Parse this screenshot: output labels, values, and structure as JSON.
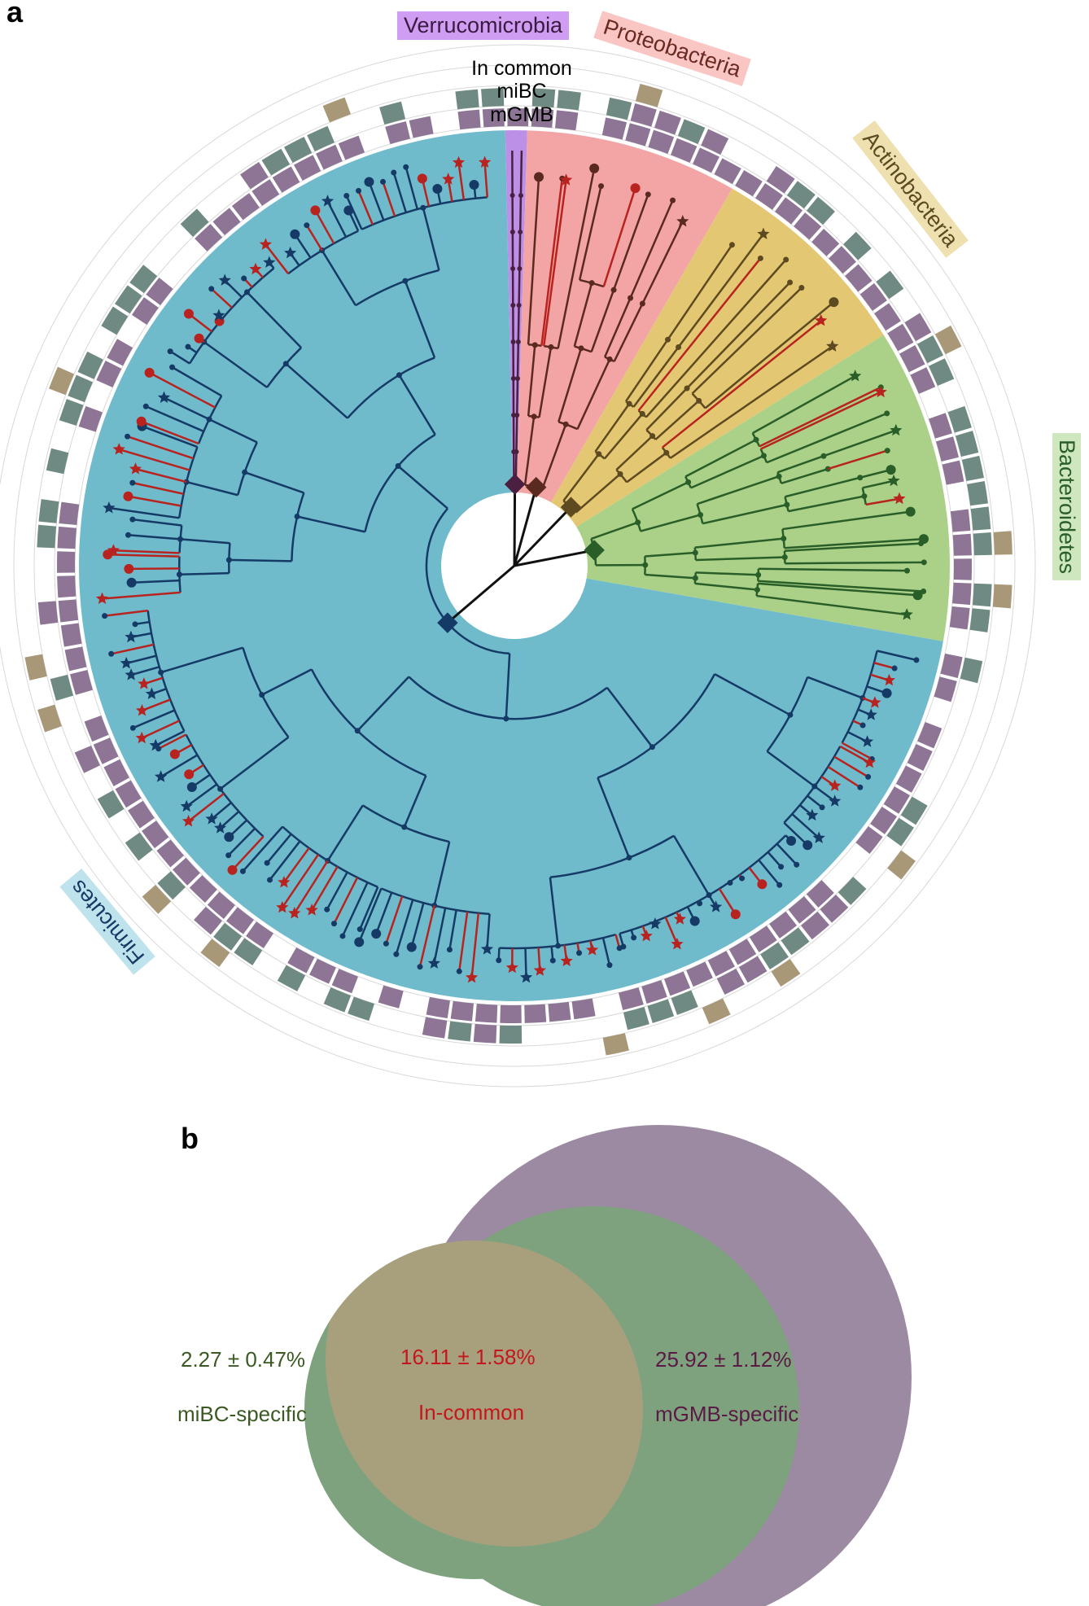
{
  "panels": {
    "a": "a",
    "b": "b"
  },
  "ring_labels": {
    "outer": "In common",
    "middle": "miBC",
    "inner": "mGMB"
  },
  "phyla": [
    {
      "name": "Verrucomicrobia",
      "color": "#b98ae6",
      "branch_color": "#4a1f3f",
      "text_color": "#3a1a40"
    },
    {
      "name": "Proteobacteria",
      "color": "#f2a0a0",
      "branch_color": "#5b2a1f",
      "text_color": "#6a2a22"
    },
    {
      "name": "Actinobacteria",
      "color": "#e2c46a",
      "branch_color": "#5e4a20",
      "text_color": "#5e4a20"
    },
    {
      "name": "Bacteroidetes",
      "color": "#a7cf83",
      "branch_color": "#2a5e28",
      "text_color": "#2a5e28"
    },
    {
      "name": "Firmicutes",
      "color": "#67b7c9",
      "branch_color": "#163a66",
      "text_color": "#163a66"
    }
  ],
  "colors": {
    "highlight_red": "#b8231f",
    "ring_in_common": "#a89878",
    "ring_miBC": "#6f8a82",
    "ring_mGMB": "#8e7596",
    "venn_mGMB": "#9b8aa1",
    "venn_miBC": "#7ea27e",
    "venn_overlap": "#a8a07c"
  },
  "venn": {
    "miBC": {
      "value": "2.27 ± 0.47%",
      "label": "miBC-specific",
      "color": "#3b5a23"
    },
    "common": {
      "value": "16.11 ± 1.58%",
      "label": "In-common",
      "color": "#c4161c"
    },
    "mGMB": {
      "value": "25.92 ± 1.12%",
      "label": "mGMB-specific",
      "color": "#5a1a45"
    }
  }
}
